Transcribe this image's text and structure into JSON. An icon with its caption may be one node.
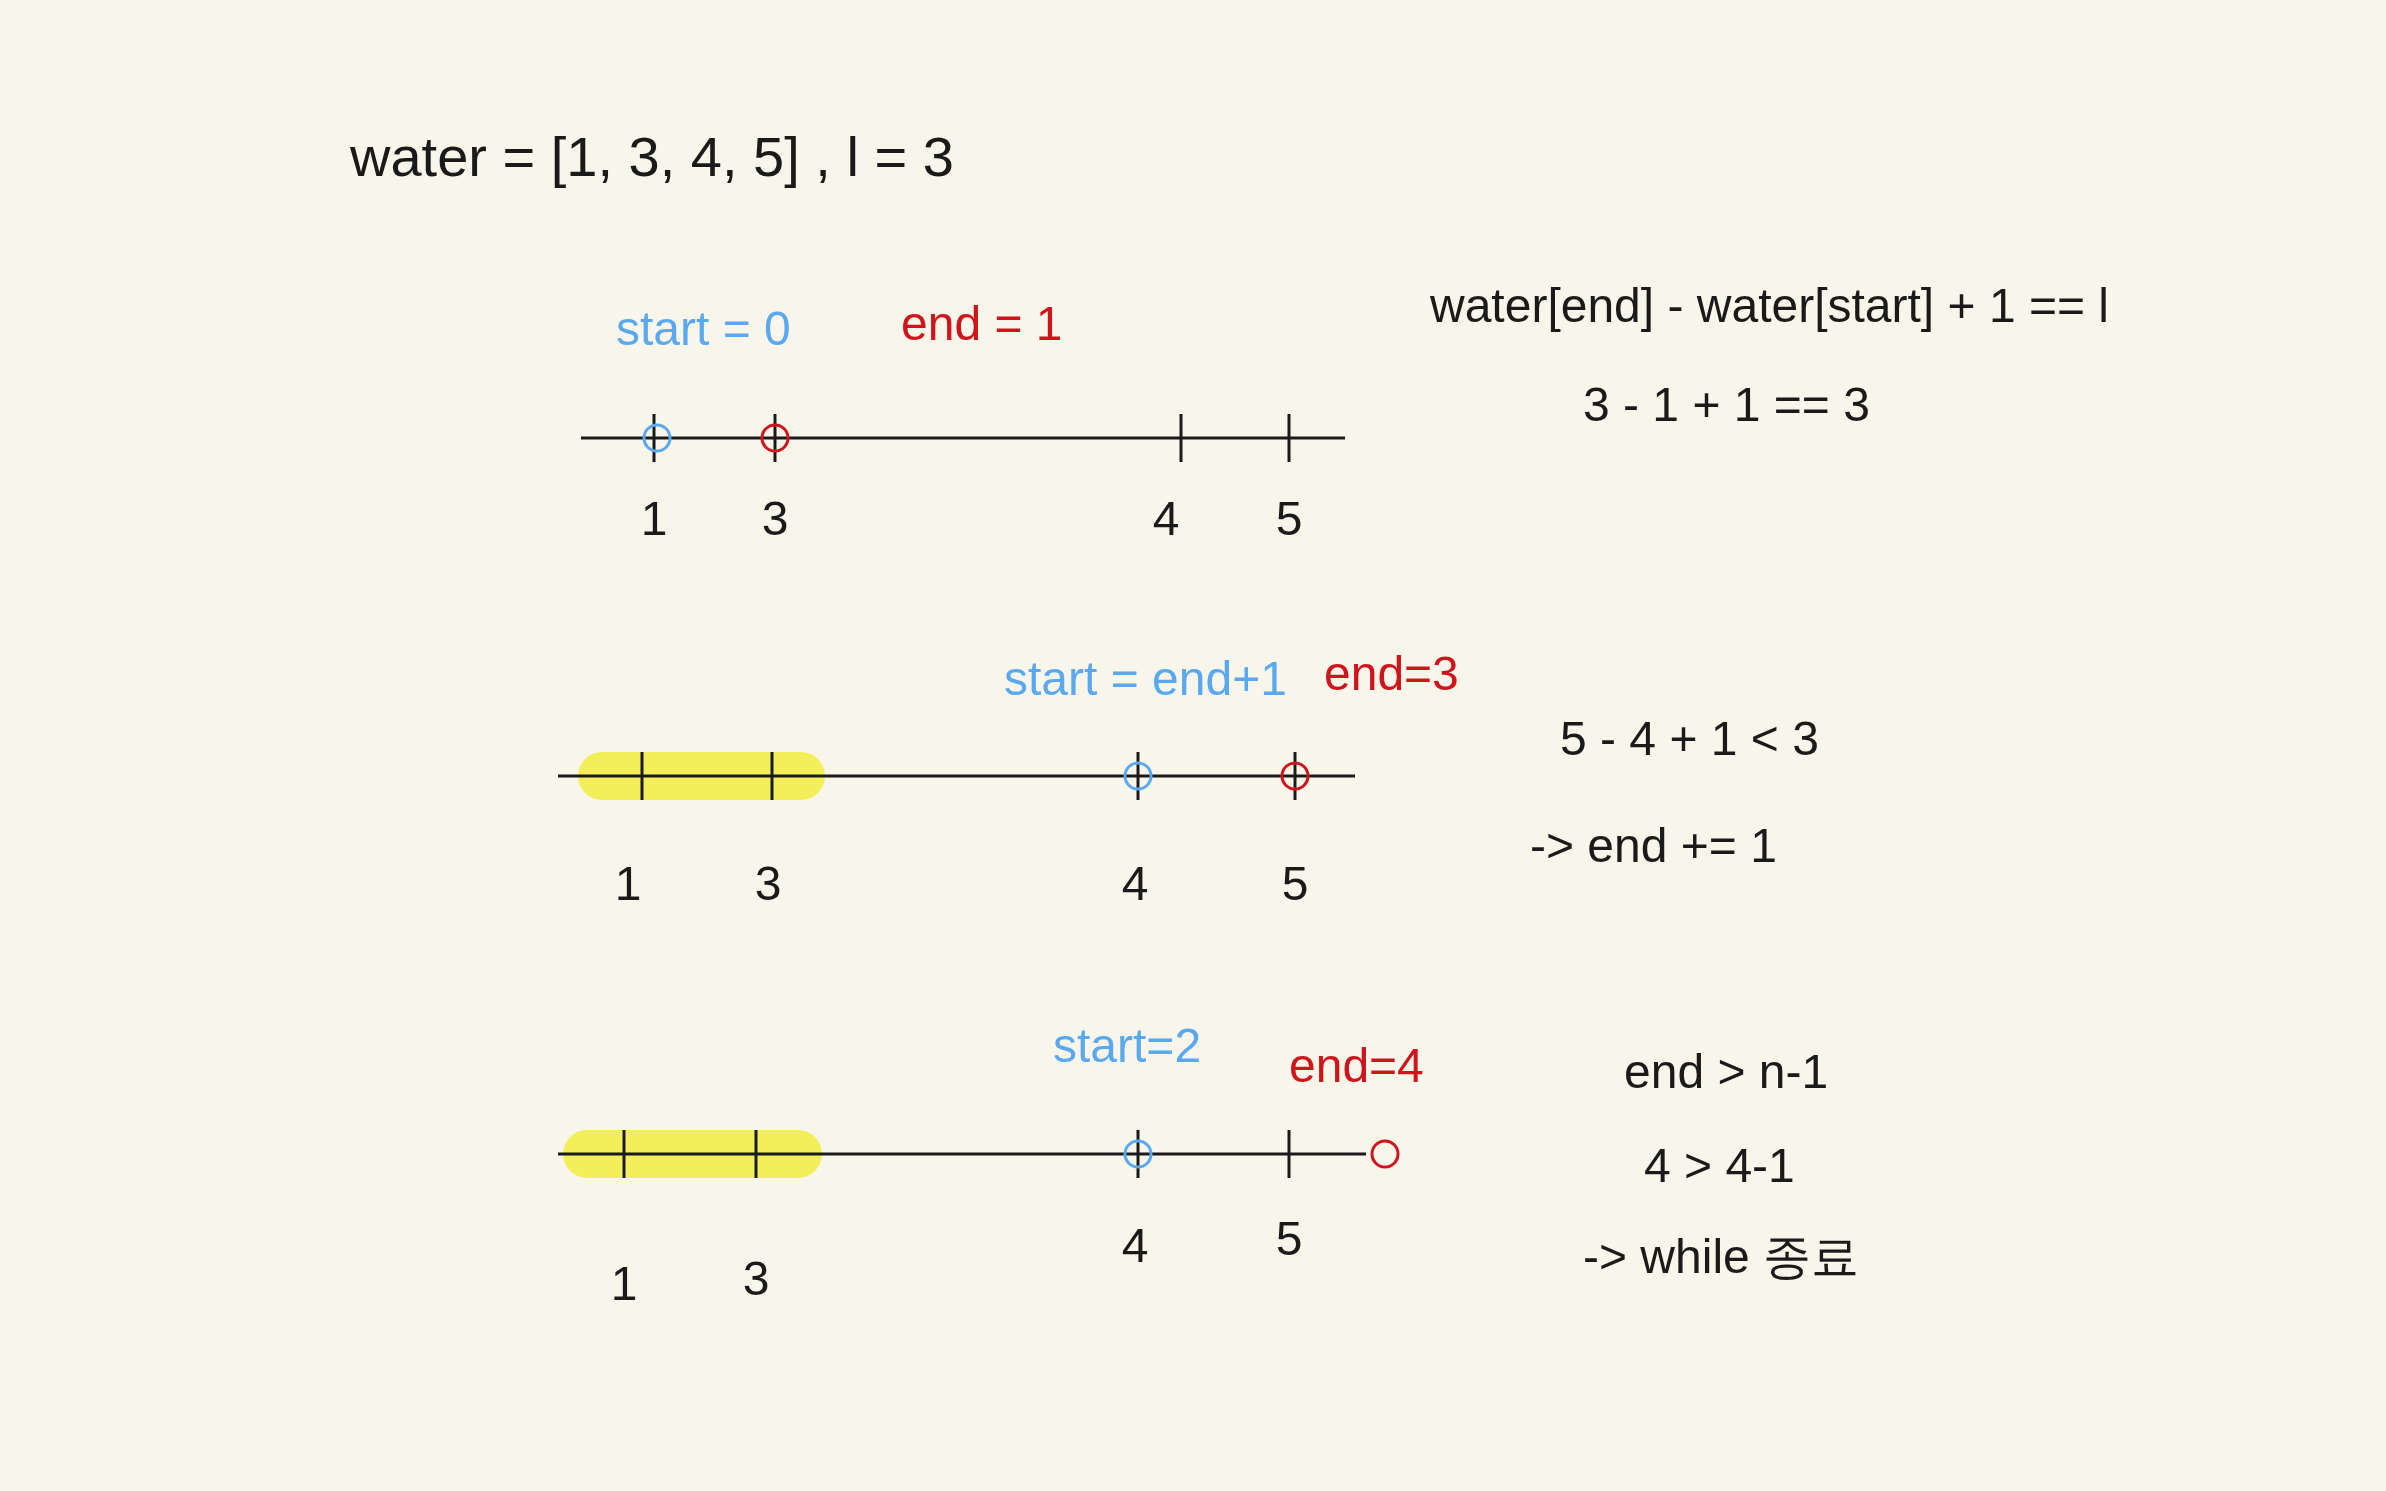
{
  "diagram": {
    "title": "water = [1, 3, 4, 5] ,  l = 3",
    "labels": [
      "start = 0",
      "end = 1",
      "water[end] - water[start] + 1 == l",
      "3 - 1 + 1 == 3",
      "1",
      "3",
      "4",
      "5",
      "start = end+1",
      "end=3",
      "5 - 4 + 1 < 3",
      "-> end += 1",
      "1",
      "3",
      "4",
      "5",
      "start=2",
      "end=4",
      "end > n-1",
      "4 > 4-1",
      "4",
      "5",
      "1",
      "3",
      "-> while 종료"
    ]
  }
}
